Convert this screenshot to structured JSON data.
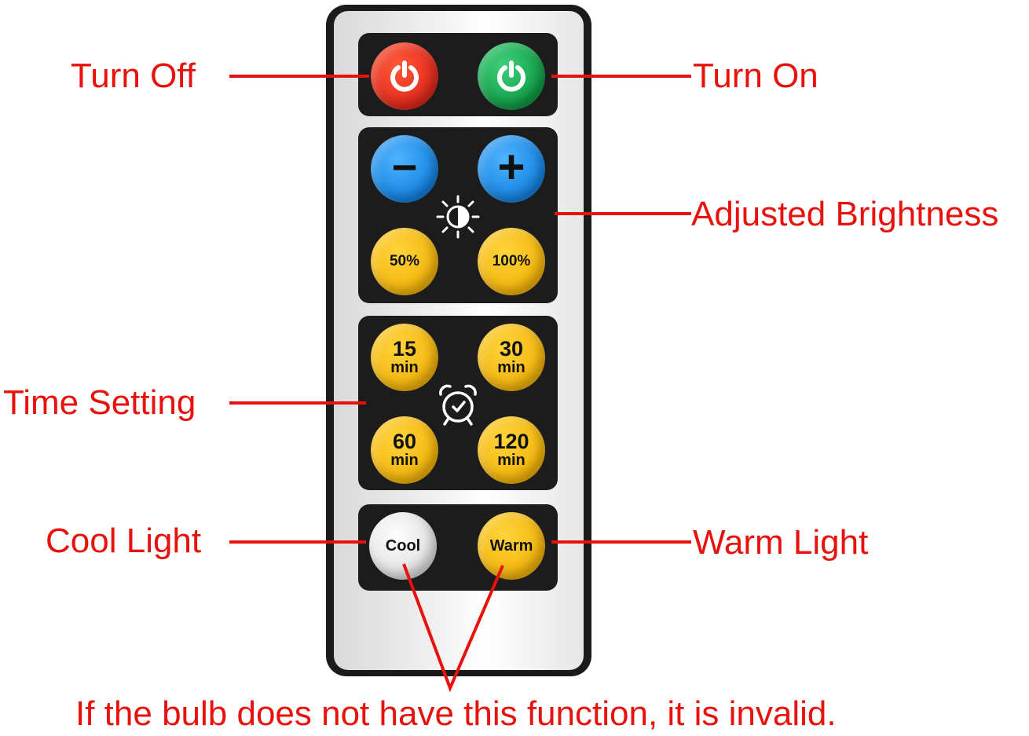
{
  "labels": {
    "turn_off": "Turn Off",
    "turn_on": "Turn On",
    "brightness": "Adjusted Brightness",
    "time_setting": "Time Setting",
    "cool_light": "Cool Light",
    "warm_light": "Warm Light",
    "note": "If the bulb does not have this function, it is invalid."
  },
  "buttons": {
    "minus": "−",
    "plus": "+",
    "pct50": "50%",
    "pct100": "100%",
    "t15": {
      "num": "15",
      "unit": "min"
    },
    "t30": {
      "num": "30",
      "unit": "min"
    },
    "t60": {
      "num": "60",
      "unit": "min"
    },
    "t120": {
      "num": "120",
      "unit": "min"
    },
    "cool": "Cool",
    "warm": "Warm"
  },
  "icons": [
    "power-icon",
    "brightness-icon",
    "alarm-clock-icon"
  ],
  "colors": {
    "annotation": "#e8120c",
    "off_button": "#e0281a",
    "on_button": "#0f9b45",
    "adjust_button": "#1582e0",
    "function_button": "#f3b40a",
    "cool_button": "#ffffff"
  }
}
